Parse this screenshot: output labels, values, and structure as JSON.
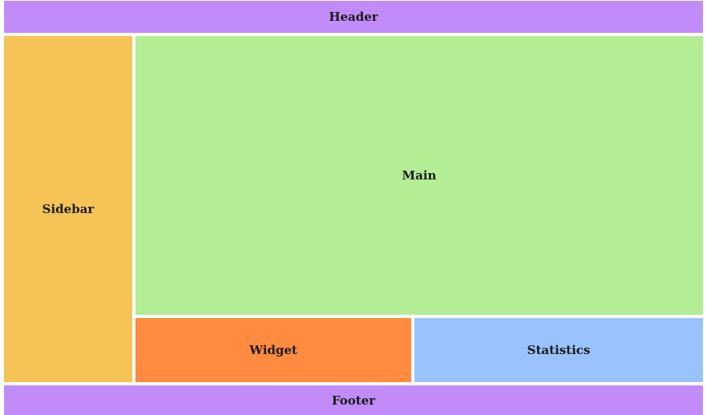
{
  "regions": {
    "header": {
      "label": "Header",
      "color": "#c18cfa"
    },
    "sidebar": {
      "label": "Sidebar",
      "color": "#f5c356"
    },
    "main": {
      "label": "Main",
      "color": "#b3ee95"
    },
    "widget": {
      "label": "Widget",
      "color": "#fe8b3f"
    },
    "statistics": {
      "label": "Statistics",
      "color": "#9ac3fd"
    },
    "footer": {
      "label": "Footer",
      "color": "#c18cfa"
    }
  }
}
